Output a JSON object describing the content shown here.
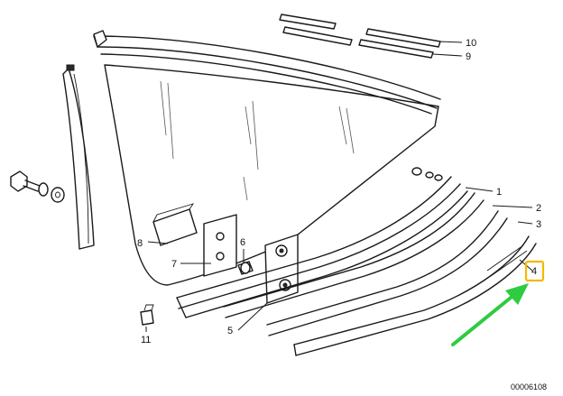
{
  "diagram": {
    "callouts": [
      {
        "id": "1",
        "label": "1"
      },
      {
        "id": "2",
        "label": "2"
      },
      {
        "id": "3",
        "label": "3"
      },
      {
        "id": "4",
        "label": "4"
      },
      {
        "id": "5",
        "label": "5"
      },
      {
        "id": "6",
        "label": "6"
      },
      {
        "id": "7",
        "label": "7"
      },
      {
        "id": "8",
        "label": "8"
      },
      {
        "id": "9",
        "label": "9"
      },
      {
        "id": "10",
        "label": "10"
      },
      {
        "id": "11",
        "label": "11"
      }
    ],
    "highlighted_callout": "4",
    "highlight_color": "#f5b800",
    "arrow_color": "#2ecc40",
    "reference_number": "00006108"
  }
}
